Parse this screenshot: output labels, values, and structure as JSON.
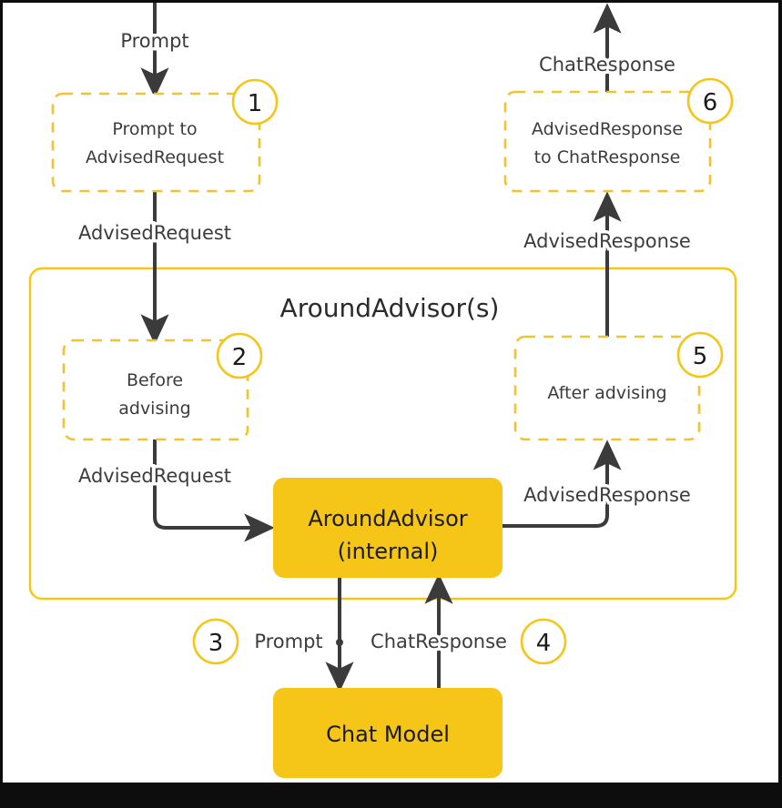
{
  "diagram": {
    "title": "AroundAdvisor(s)",
    "colors": {
      "accent": "#F5C518",
      "accent_fill": "#F5C518",
      "dashed_stroke": "#F2C230",
      "group_stroke": "#F5C518",
      "arrow": "#3b3b3b",
      "text": "#3c3c3c",
      "frame": "#0d0d0d",
      "background": "#ffffff"
    },
    "group": {
      "label": "AroundAdvisor(s)"
    },
    "dashed_steps": [
      {
        "id": "step-1",
        "badge": "1",
        "lines": [
          "Prompt to",
          "AdvisedRequest"
        ]
      },
      {
        "id": "step-2",
        "badge": "2",
        "lines": [
          "Before",
          "advising"
        ]
      },
      {
        "id": "step-5",
        "badge": "5",
        "lines": [
          "After advising"
        ]
      },
      {
        "id": "step-6",
        "badge": "6",
        "lines": [
          "AdvisedResponse",
          "to ChatResponse"
        ]
      }
    ],
    "solid_nodes": [
      {
        "id": "around-advisor-internal",
        "lines": [
          "AroundAdvisor",
          "(internal)"
        ]
      },
      {
        "id": "chat-model",
        "lines": [
          "Chat Model"
        ]
      }
    ],
    "inline_badges": [
      {
        "id": "step-3",
        "badge": "3"
      },
      {
        "id": "step-4",
        "badge": "4"
      }
    ],
    "flow_labels": {
      "prompt_in": "Prompt",
      "advised_request_1": "AdvisedRequest",
      "advised_request_2": "AdvisedRequest",
      "prompt_to_model": "Prompt",
      "chat_response_from_model": "ChatResponse",
      "advised_response_1": "AdvisedResponse",
      "advised_response_2": "AdvisedResponse",
      "chat_response_out": "ChatResponse"
    }
  }
}
